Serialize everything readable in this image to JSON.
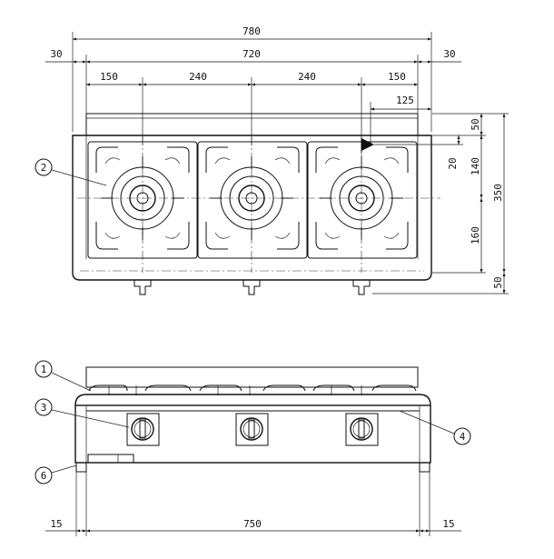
{
  "dimensions": {
    "overall_width": "780",
    "body_width": "720",
    "side_left": "30",
    "side_right": "30",
    "burner_offset_left": "150",
    "burner_pitch_1": "240",
    "burner_pitch_2": "240",
    "burner_offset_right": "150",
    "back_offset": "125",
    "top_rail": "50",
    "burner_row": "20",
    "front_to_burner": "140",
    "burner_to_front": "160",
    "depth": "350",
    "bottom_rail": "50",
    "foot_left": "15",
    "foot_span": "750",
    "foot_right": "15"
  },
  "callouts": {
    "c1": "1",
    "c2": "2",
    "c3": "3",
    "c4": "4",
    "c6": "6"
  },
  "icons": {
    "burner": "burner-icon",
    "knob": "knob-icon",
    "grate": "grate-icon",
    "foot": "foot-icon"
  }
}
